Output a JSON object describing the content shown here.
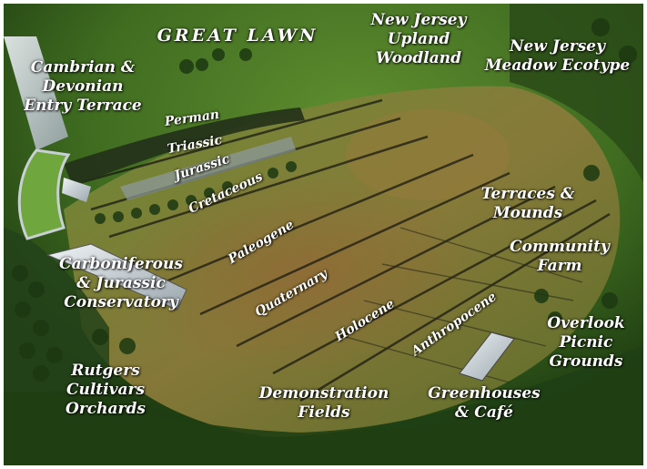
{
  "map": {
    "labels": {
      "great_lawn": "GREAT LAWN",
      "nj_upland": "New Jersey\nUpland\nWoodland",
      "nj_meadow": "New Jersey\nMeadow Ecotype",
      "cambrian": "Cambrian &\nDevonian\nEntry Terrace",
      "perman": "Perman",
      "triassic": "Triassic",
      "jurassic": "Jurassic",
      "cretaceous": "Cretaceous",
      "paleogene": "Paleogene",
      "carboniferous": "Carboniferous\n& Jurassic\nConservatory",
      "quaternary": "Quaternary",
      "terraces": "Terraces &\nMounds",
      "community_farm": "Community\nFarm",
      "holocene": "Holocene",
      "anthropocene": "Anthropocene",
      "overlook": "Overlook\nPicnic\nGrounds",
      "rutgers": "Rutgers\nCultivars\nOrchards",
      "demonstration": "Demonstration\nFields",
      "greenhouses": "Greenhouses\n& Café"
    }
  }
}
